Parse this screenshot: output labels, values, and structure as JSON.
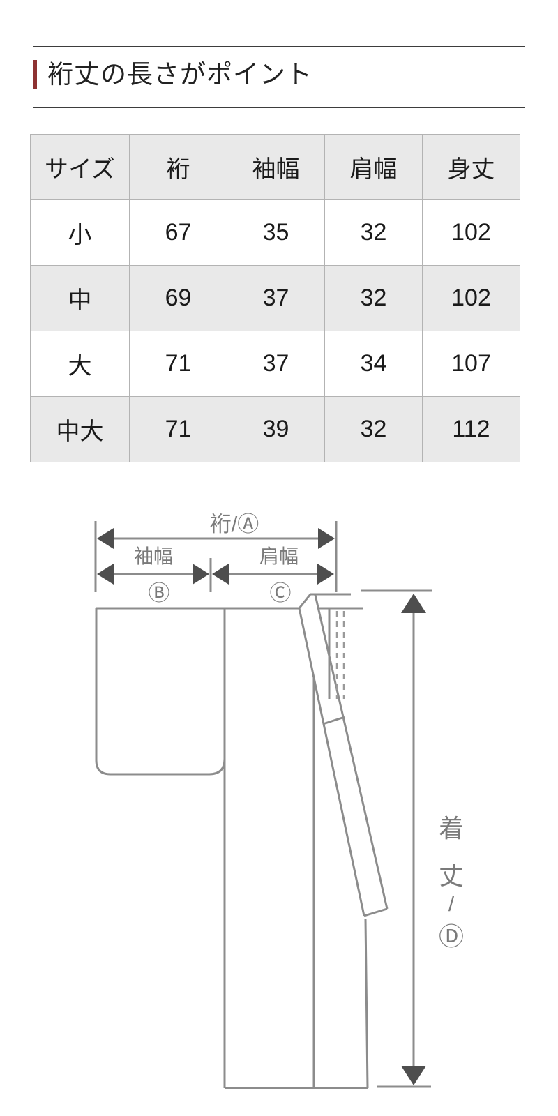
{
  "header": {
    "title": "裄丈の長さがポイント",
    "accent_color": "#8e3232",
    "rule_color": "#3d3d3d"
  },
  "size_table": {
    "columns": [
      "サイズ",
      "裄",
      "袖幅",
      "肩幅",
      "身丈"
    ],
    "rows": [
      [
        "小",
        "67",
        "35",
        "32",
        "102"
      ],
      [
        "中",
        "69",
        "37",
        "32",
        "102"
      ],
      [
        "大",
        "71",
        "37",
        "34",
        "107"
      ],
      [
        "中大",
        "71",
        "39",
        "32",
        "112"
      ]
    ],
    "header_bg": "#e9e9e9",
    "alt_row_bg": "#e9e9e9",
    "border_color": "#b3b3b3"
  },
  "diagram": {
    "line_color": "#8c8c8c",
    "arrow_color": "#4e4e4e",
    "label_color": "#7a7a7a",
    "labels": {
      "yuki": "裄/Ⓐ",
      "sleeve_width": "袖幅",
      "sleeve_width_mark": "Ⓑ",
      "shoulder_width": "肩幅",
      "shoulder_width_mark": "Ⓒ",
      "body_length_chars": [
        "着",
        "丈",
        "/",
        "Ⓓ"
      ]
    }
  }
}
